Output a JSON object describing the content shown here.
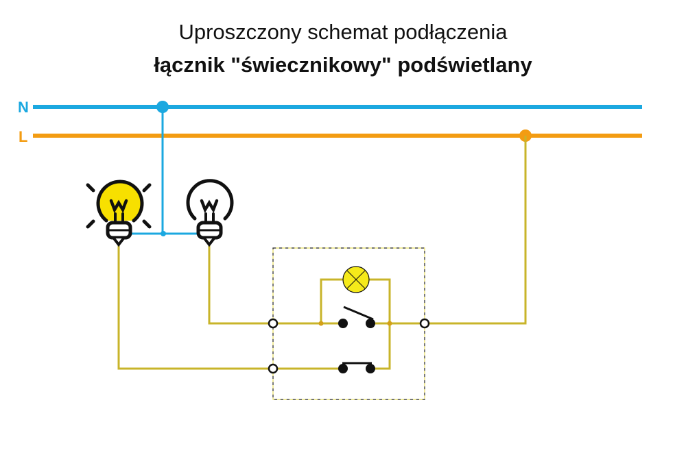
{
  "title": {
    "line1": "Uproszczony schemat podłączenia",
    "line2": "łącznik \"świecznikowy\" podświetlany"
  },
  "labels": {
    "neutral": "N",
    "live": "L"
  },
  "colors": {
    "neutral": "#1ba8e0",
    "live": "#f39c12",
    "wire": "#c8b42a",
    "bulb_on": "#f7e000",
    "lamp": "#f5ea1a"
  },
  "icons": [
    "bulb-on-icon",
    "bulb-off-icon",
    "indicator-lamp-icon"
  ]
}
